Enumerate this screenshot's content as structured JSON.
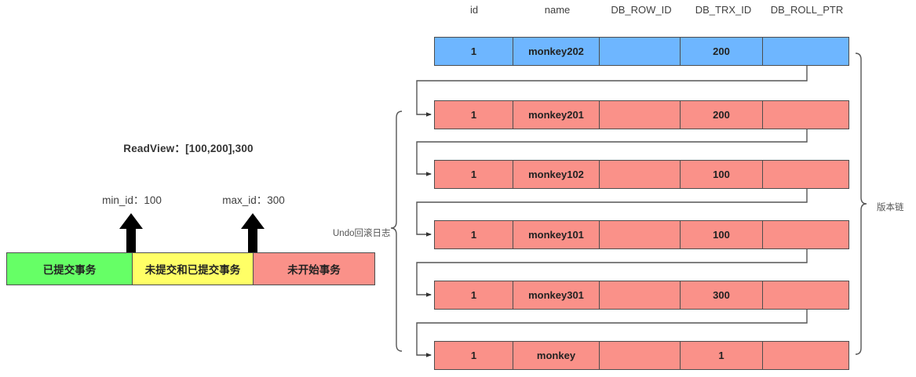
{
  "readview": {
    "title": "ReadView：[100,200],300",
    "min_id_label": "min_id：100",
    "max_id_label": "max_id：300",
    "segments": [
      {
        "label": "已提交事务",
        "color": "#66ff66"
      },
      {
        "label": "未提交和已提交事务",
        "color": "#ffff66"
      },
      {
        "label": "未开始事务",
        "color": "#fa9189"
      }
    ]
  },
  "labels": {
    "undo_log": "Undo回滚日志",
    "version_chain": "版本链"
  },
  "table": {
    "headers": [
      "id",
      "name",
      "DB_ROW_ID",
      "DB_TRX_ID",
      "DB_ROLL_PTR"
    ],
    "rows": [
      {
        "kind": "current",
        "id": "1",
        "name": "monkey202",
        "db_row_id": "",
        "db_trx_id": "200",
        "db_roll_ptr": ""
      },
      {
        "kind": "undo",
        "id": "1",
        "name": "monkey201",
        "db_row_id": "",
        "db_trx_id": "200",
        "db_roll_ptr": ""
      },
      {
        "kind": "undo",
        "id": "1",
        "name": "monkey102",
        "db_row_id": "",
        "db_trx_id": "100",
        "db_roll_ptr": ""
      },
      {
        "kind": "undo",
        "id": "1",
        "name": "monkey101",
        "db_row_id": "",
        "db_trx_id": "100",
        "db_roll_ptr": ""
      },
      {
        "kind": "undo",
        "id": "1",
        "name": "monkey301",
        "db_row_id": "",
        "db_trx_id": "300",
        "db_roll_ptr": ""
      },
      {
        "kind": "undo",
        "id": "1",
        "name": "monkey",
        "db_row_id": "",
        "db_trx_id": "1",
        "db_roll_ptr": ""
      }
    ]
  },
  "colors": {
    "current_row": "#6eb6ff",
    "undo_row": "#fa9189",
    "committed": "#66ff66",
    "mixed": "#ffff66",
    "not_started": "#fa9189",
    "stroke": "#4d4d4d"
  }
}
